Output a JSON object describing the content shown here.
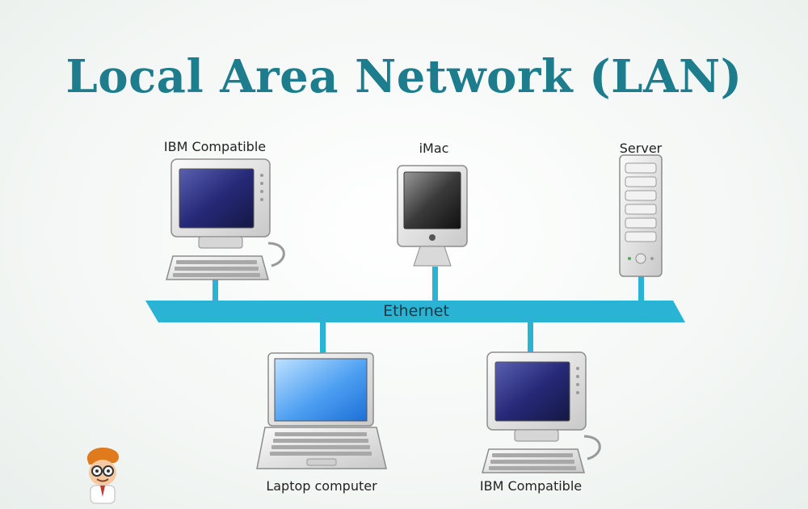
{
  "title": "Local Area Network (LAN)",
  "bus": {
    "label": "Ethernet",
    "color": "#2ab3d4"
  },
  "nodes": {
    "ibm_top": {
      "label": "IBM Compatible",
      "icon": "desktop-pc-icon"
    },
    "imac": {
      "label": "iMac",
      "icon": "imac-icon"
    },
    "server": {
      "label": "Server",
      "icon": "server-tower-icon"
    },
    "laptop": {
      "label": "Laptop computer",
      "icon": "laptop-icon"
    },
    "ibm_bottom": {
      "label": "IBM Compatible",
      "icon": "desktop-pc-icon"
    }
  },
  "colors": {
    "title": "#1d7d8c",
    "link": "#2ab3d4"
  }
}
